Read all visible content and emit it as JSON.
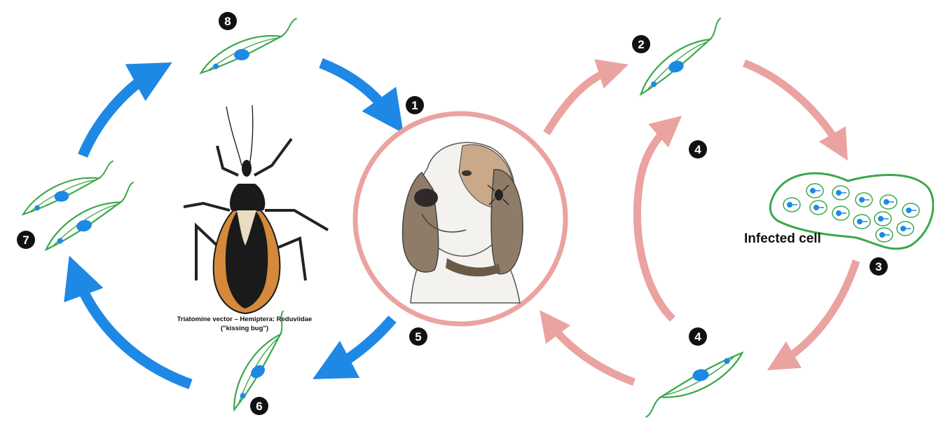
{
  "diagram": {
    "steps": [
      "1",
      "2",
      "3",
      "4",
      "4",
      "5",
      "6",
      "7",
      "8"
    ],
    "labels": {
      "infected_cell": "Infected cell",
      "vector_caption_line1": "Triatomine vector – Hemiptera: Reduviidae",
      "vector_caption_line2": "(\"kissing bug\")"
    },
    "colors": {
      "vector_cycle": "#1e88e5",
      "host_cycle": "#eaa3a0",
      "parasite_outline": "#3aa84a",
      "parasite_nucleus": "#1e88e5",
      "badge": "#111111"
    },
    "icons": {
      "host": "dog-icon",
      "vector": "kissing-bug-icon",
      "parasite": "trypanosome-icon"
    }
  }
}
